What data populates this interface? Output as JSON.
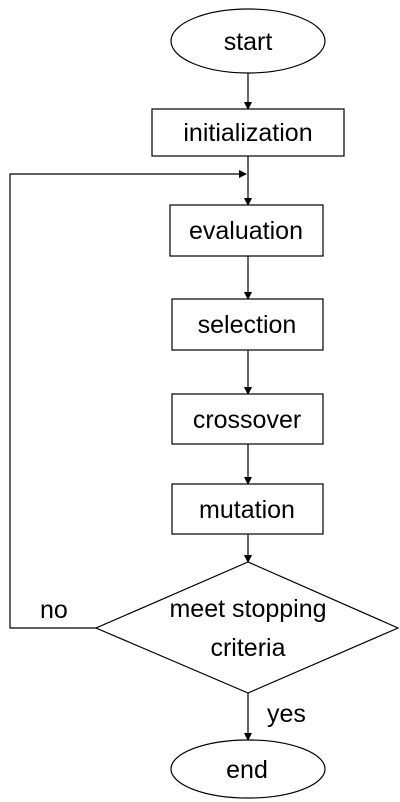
{
  "diagram": {
    "type": "flowchart",
    "nodes": {
      "start": "start",
      "initialization": "initialization",
      "evaluation": "evaluation",
      "selection": "selection",
      "crossover": "crossover",
      "mutation": "mutation",
      "decision_line1": "meet stopping",
      "decision_line2": "criteria",
      "end": "end"
    },
    "edge_labels": {
      "no": "no",
      "yes": "yes"
    },
    "edges": [
      {
        "from": "start",
        "to": "initialization"
      },
      {
        "from": "initialization",
        "to": "evaluation"
      },
      {
        "from": "evaluation",
        "to": "selection"
      },
      {
        "from": "selection",
        "to": "crossover"
      },
      {
        "from": "crossover",
        "to": "mutation"
      },
      {
        "from": "mutation",
        "to": "meet stopping criteria"
      },
      {
        "from": "meet stopping criteria",
        "to": "end",
        "label": "yes"
      },
      {
        "from": "meet stopping criteria",
        "to": "evaluation",
        "label": "no"
      }
    ]
  }
}
